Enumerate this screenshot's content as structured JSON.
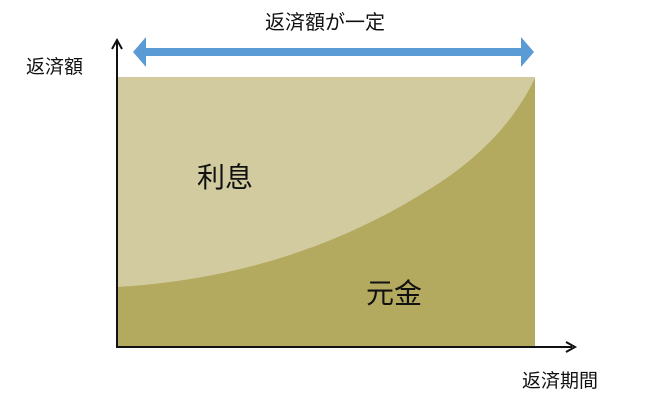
{
  "title": "返済額が一定",
  "y_axis_label": "返済額",
  "x_axis_label": "返済期間",
  "regions": {
    "interest": "利息",
    "principal": "元金"
  },
  "colors": {
    "interest": "#d2cb9f",
    "principal": "#b3a95f",
    "arrow": "#5b9bd5",
    "axis": "#111111"
  }
}
